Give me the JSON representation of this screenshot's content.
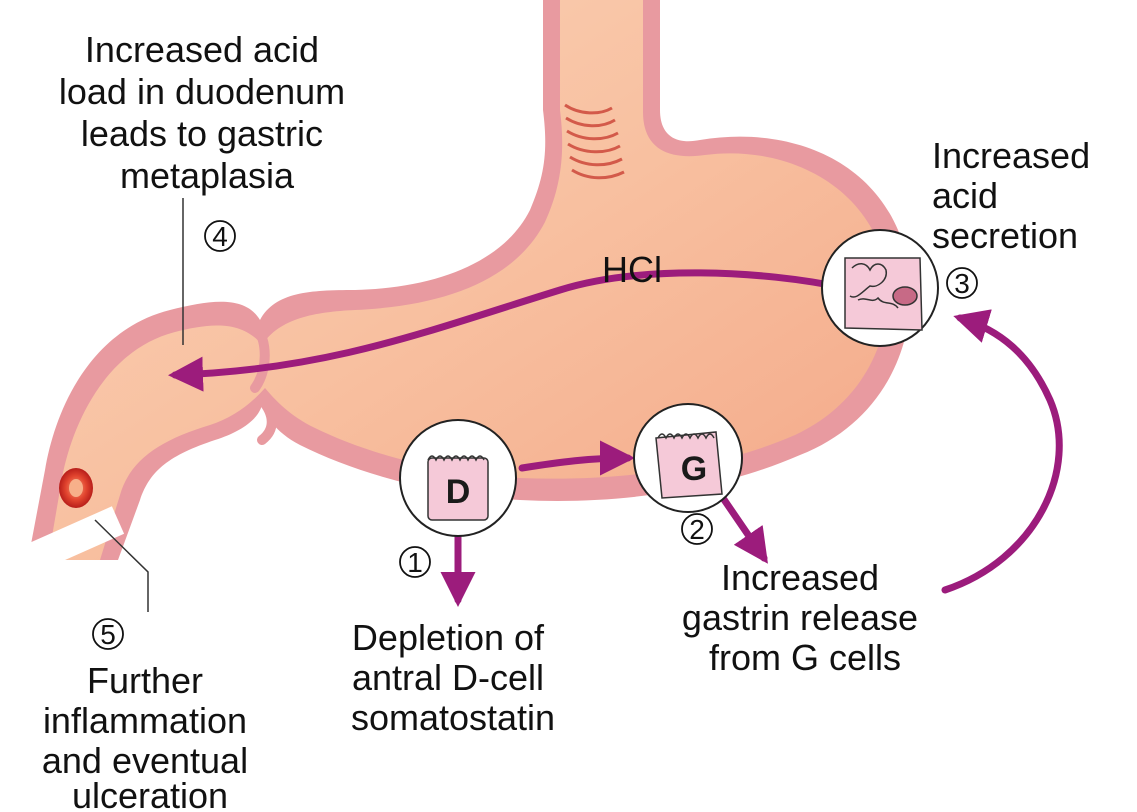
{
  "labels": {
    "step4": [
      "Increased acid",
      "load in duodenum",
      "leads to gastric",
      "metaplasia"
    ],
    "step3": [
      "Increased",
      "acid",
      "secretion"
    ],
    "hcl": "HCl",
    "step1": [
      "Depletion of",
      "antral D-cell",
      "somatostatin"
    ],
    "step2": [
      "Increased",
      "gastrin release",
      "from G cells"
    ],
    "step5": [
      "Further",
      "inflammation",
      "and eventual",
      "ulceration"
    ]
  },
  "cells": {
    "d_cell": "D",
    "g_cell": "G"
  },
  "step_numbers": {
    "n1": "1",
    "n2": "2",
    "n3": "3",
    "n4": "4",
    "n5": "5"
  },
  "colors": {
    "stomach_fill": "#f8c0a0",
    "wall": "#e89aa0",
    "arrow": "#9c1c7c",
    "cell_fill": "#f5c9d8",
    "ulcer": "#d8322a"
  }
}
